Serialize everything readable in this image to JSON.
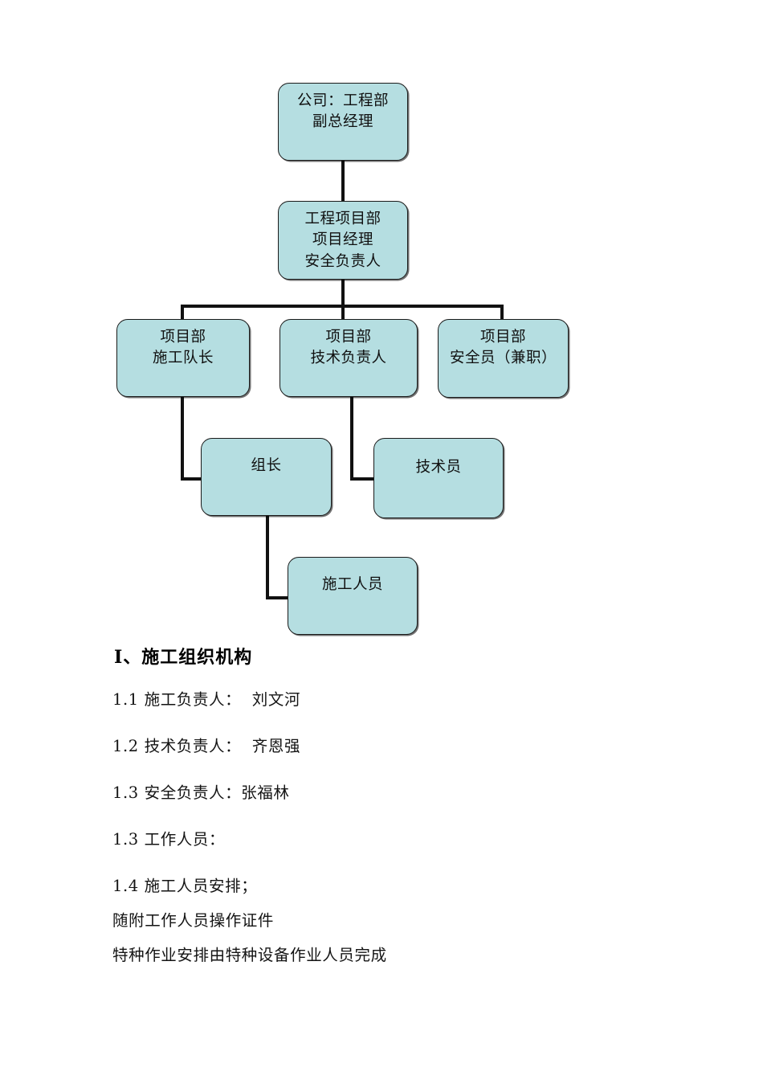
{
  "document": {
    "org_chart": {
      "title_semantic": "construction-organization-chart",
      "fill_color": "#b5dee1",
      "border_color": "#1a1a1a",
      "nodes": [
        {
          "id": "vp",
          "label": "公司：工程部\n副总经理"
        },
        {
          "id": "project-mgr",
          "label": "工程项目部\n项目经理\n安全负责人"
        },
        {
          "id": "team-leader",
          "label": "项目部\n施工队长"
        },
        {
          "id": "tech-lead",
          "label": "项目部\n技术负责人"
        },
        {
          "id": "safety-officer",
          "label": "项目部\n安全员（兼职）"
        },
        {
          "id": "group-leader",
          "label": "组长"
        },
        {
          "id": "technician",
          "label": "技术员"
        },
        {
          "id": "workers",
          "label": "施工人员"
        }
      ]
    },
    "heading": "Ⅰ、施工组织机构",
    "paragraphs": [
      "1.1 施工负责人：  刘文河",
      "1.2 技术负责人：  齐恩强",
      "1.3 安全负责人：张福林",
      "1.3 工作人员：",
      "1.4 施工人员安排；",
      "随附工作人员操作证件",
      "特种作业安排由特种设备作业人员完成"
    ]
  }
}
